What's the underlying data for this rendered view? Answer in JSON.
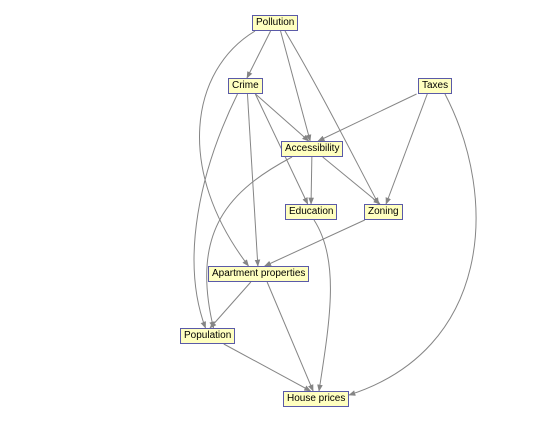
{
  "nodes": {
    "pollution": "Pollution",
    "crime": "Crime",
    "taxes": "Taxes",
    "accessibility": "Accessibility",
    "education": "Education",
    "zoning": "Zoning",
    "apartment": "Apartment properties",
    "population": "Population",
    "house": "House prices"
  },
  "edges": [
    [
      "pollution",
      "crime"
    ],
    [
      "pollution",
      "accessibility"
    ],
    [
      "pollution",
      "zoning"
    ],
    [
      "pollution",
      "apartment"
    ],
    [
      "crime",
      "accessibility"
    ],
    [
      "crime",
      "education"
    ],
    [
      "crime",
      "apartment"
    ],
    [
      "crime",
      "population"
    ],
    [
      "taxes",
      "accessibility"
    ],
    [
      "taxes",
      "zoning"
    ],
    [
      "taxes",
      "house"
    ],
    [
      "accessibility",
      "education"
    ],
    [
      "accessibility",
      "zoning"
    ],
    [
      "accessibility",
      "population"
    ],
    [
      "zoning",
      "apartment"
    ],
    [
      "education",
      "house"
    ],
    [
      "apartment",
      "population"
    ],
    [
      "apartment",
      "house"
    ],
    [
      "population",
      "house"
    ]
  ],
  "colors": {
    "node_fill": "#ffffc0",
    "node_border": "#5a5aa8",
    "edge": "#858585"
  }
}
